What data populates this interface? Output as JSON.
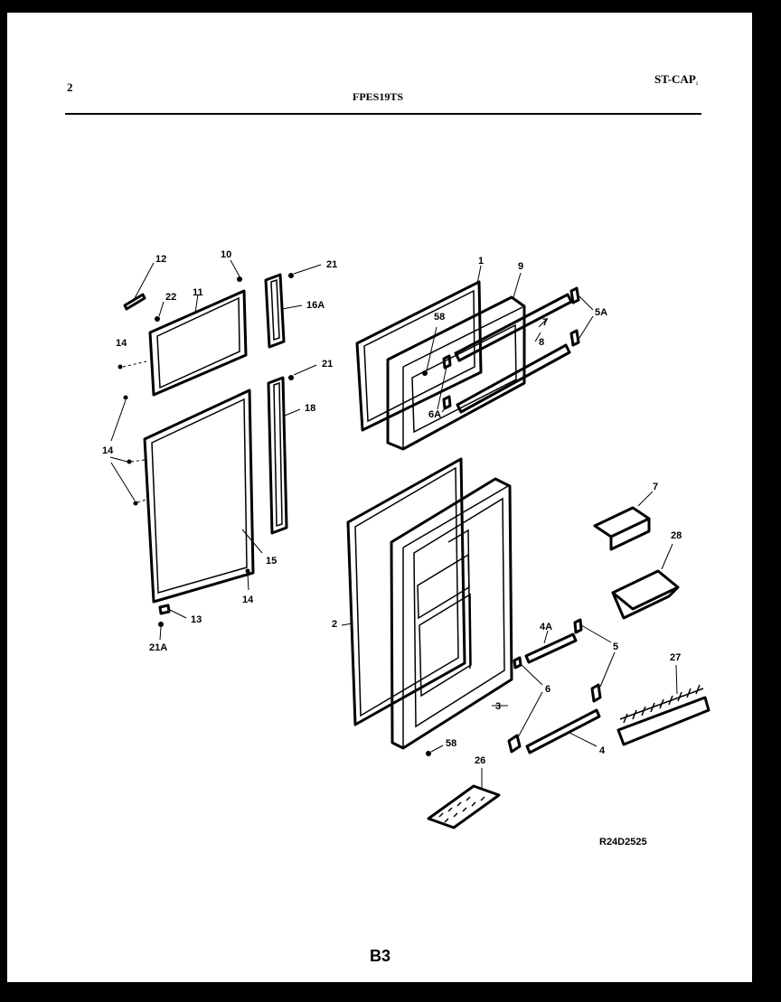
{
  "header": {
    "page_number": "2",
    "model": "FPES19TS",
    "code": "ST-CAP",
    "code_suffix": "₂"
  },
  "labels": {
    "l12": "12",
    "l10": "10",
    "l21a": "21",
    "l16a": "16A",
    "l22": "22",
    "l11": "11",
    "l14a": "14",
    "l21b": "21",
    "l18": "18",
    "l14b": "14",
    "l15": "15",
    "l14c": "14",
    "l13": "13",
    "l21A": "21A",
    "l1": "1",
    "l9": "9",
    "l5A": "5A",
    "l58a": "58",
    "l7a": "7",
    "l8": "8",
    "l6A": "6A",
    "l7b": "7",
    "l28": "28",
    "l2": "2",
    "l4A": "4A",
    "l5": "5",
    "l6": "6",
    "l27": "27",
    "l3": "3",
    "l4": "4",
    "l58b": "58",
    "l26": "26"
  },
  "drawing_code": "R24D2525",
  "footer_page": "B3"
}
